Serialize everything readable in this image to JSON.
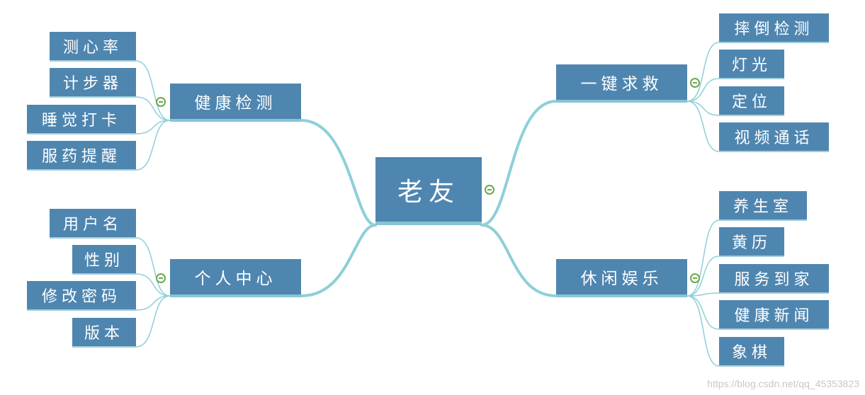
{
  "root": {
    "label": "老友"
  },
  "branches": {
    "health": {
      "label": "健康检测",
      "children": [
        "测心率",
        "计步器",
        "睡觉打卡",
        "服药提醒"
      ]
    },
    "personal": {
      "label": "个人中心",
      "children": [
        "用户名",
        "性别",
        "修改密码",
        "版本"
      ]
    },
    "sos": {
      "label": "一键求救",
      "children": [
        "摔倒检测",
        "灯光",
        "定位",
        "视频通话"
      ]
    },
    "leisure": {
      "label": "休闲娱乐",
      "children": [
        "养生室",
        "黄历",
        "服务到家",
        "健康新闻",
        "象棋"
      ]
    }
  },
  "colors": {
    "node": "#4f86b0",
    "connector": "#8ecfd8",
    "toggle": "#6aa84f"
  },
  "watermark": "https://blog.csdn.net/qq_45353823"
}
